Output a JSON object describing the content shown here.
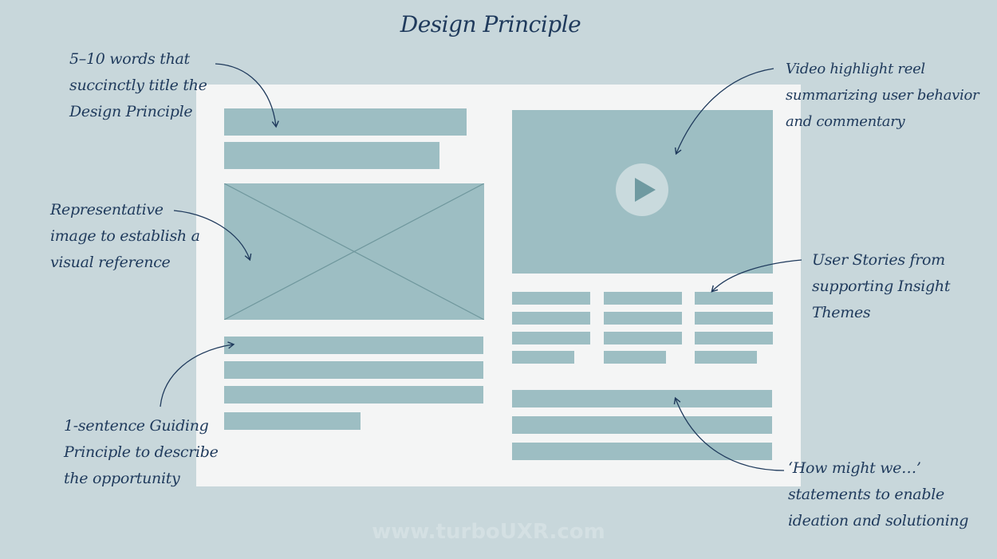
{
  "title": "Design Principle",
  "annotations": {
    "title_note": "5–10 words that\nsuccinctly title the\nDesign Principle",
    "image_note": "Representative\nimage to establish a\nvisual reference",
    "guiding_note": "1-sentence Guiding\nPrinciple to describe\nthe opportunity",
    "video_note": "Video highlight reel\nsummarizing user behavior\nand commentary",
    "stories_note": "User Stories from\nsupporting Insight\nThemes",
    "hmw_note": "‘How might we…’\nstatements to enable\nideation and solutioning"
  },
  "watermark": "www.turboUXR.com",
  "colors": {
    "background": "#c8d7db",
    "card": "#f4f5f5",
    "placeholder": "#9dbec3",
    "text": "#1f3a5c"
  },
  "icons": {
    "image_placeholder": "crossed-box-icon",
    "video_play": "play-icon"
  }
}
